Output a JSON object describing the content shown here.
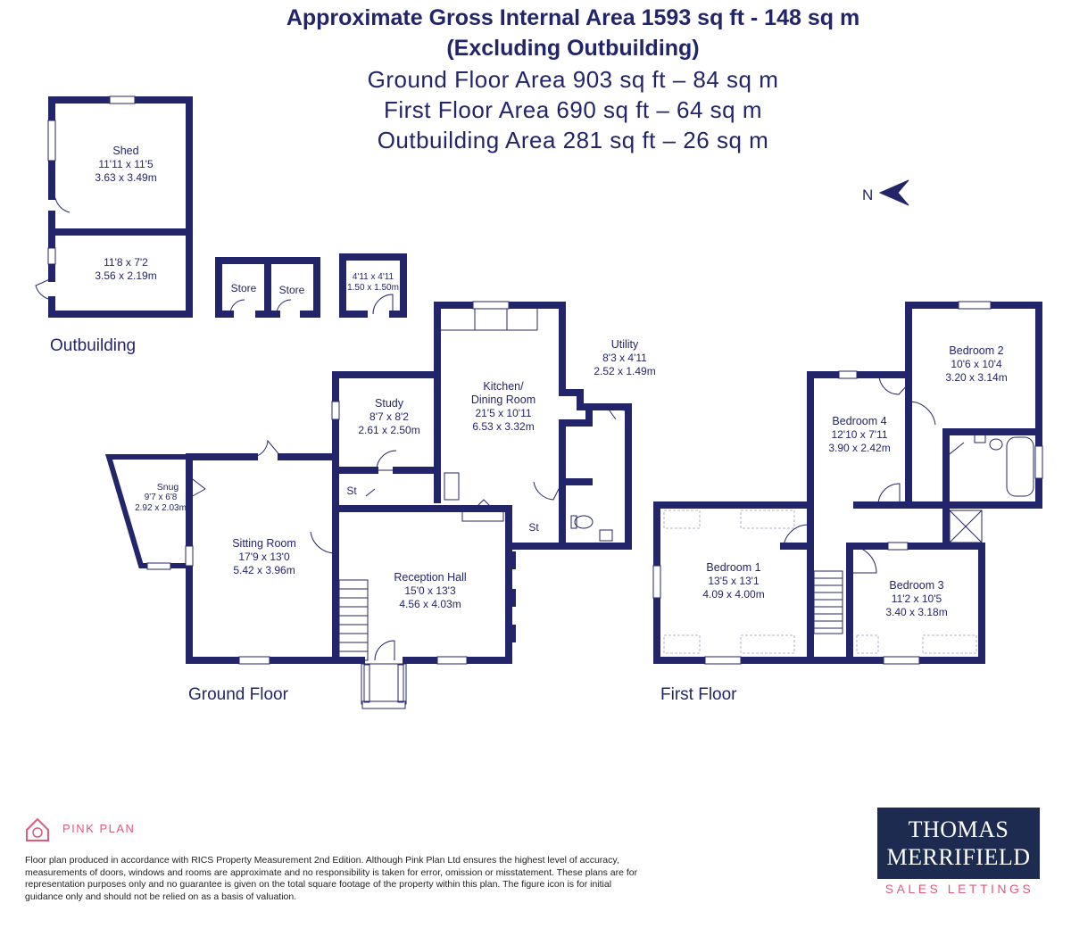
{
  "header": {
    "line1": "Approximate Gross Internal Area 1593 sq ft - 148 sq m",
    "line2": "(Excluding Outbuilding)",
    "line3": "Ground Floor Area 903 sq ft – 84 sq m",
    "line4": "First Floor Area 690 sq ft – 64 sq m",
    "line5": "Outbuilding Area 281 sq ft – 26 sq m"
  },
  "compass": {
    "label": "N"
  },
  "floors": {
    "outbuilding": "Outbuilding",
    "ground": "Ground Floor",
    "first": "First Floor"
  },
  "rooms": {
    "shed": {
      "name": "Shed",
      "imperial": "11'11 x 11'5",
      "metric": "3.63 x 3.49m"
    },
    "shed2": {
      "imperial": "11'8 x 7'2",
      "metric": "3.56 x 2.19m"
    },
    "store1": {
      "name": "Store"
    },
    "store2": {
      "name": "Store"
    },
    "store3": {
      "imperial": "4'11 x 4'11",
      "metric": "1.50 x 1.50m"
    },
    "utility": {
      "name": "Utility",
      "imperial": "8'3 x 4'11",
      "metric": "2.52 x 1.49m"
    },
    "study": {
      "name": "Study",
      "imperial": "8'7 x 8'2",
      "metric": "2.61 x 2.50m"
    },
    "kitchen": {
      "name": "Kitchen/",
      "name2": "Dining Room",
      "imperial": "21'5 x 10'11",
      "metric": "6.53 x 3.32m"
    },
    "snug": {
      "name": "Snug",
      "imperial": "9'7 x 6'8",
      "metric": "2.92 x 2.03m"
    },
    "sitting": {
      "name": "Sitting Room",
      "imperial": "17'9 x 13'0",
      "metric": "5.42 x 3.96m"
    },
    "reception": {
      "name": "Reception Hall",
      "imperial": "15'0 x 13'3",
      "metric": "4.56 x 4.03m"
    },
    "st1": {
      "name": "St"
    },
    "st2": {
      "name": "St"
    },
    "bedroom1": {
      "name": "Bedroom 1",
      "imperial": "13'5 x 13'1",
      "metric": "4.09 x 4.00m"
    },
    "bedroom2": {
      "name": "Bedroom 2",
      "imperial": "10'6 x 10'4",
      "metric": "3.20 x 3.14m"
    },
    "bedroom3": {
      "name": "Bedroom 3",
      "imperial": "11'2 x 10'5",
      "metric": "3.40 x 3.18m"
    },
    "bedroom4": {
      "name": "Bedroom 4",
      "imperial": "12'10 x 7'11",
      "metric": "3.90 x 2.42m"
    }
  },
  "brand": {
    "pinkplan": "PINK PLAN",
    "agent_line1": "THOMAS",
    "agent_line2": "MERRIFIELD",
    "agent_sub": "SALES LETTINGS",
    "disclaimer": "Floor plan produced in accordance with RICS Property Measurement 2nd Edition. Although Pink Plan Ltd ensures the highest level of accuracy, measurements of doors, windows and rooms are approximate and no responsibility is taken for error, omission or misstatement. These plans are for representation purposes only and no guarantee is given on the total square footage of the property within this plan. The figure icon is for initial guidance only and should not be relied on as a basis of valuation."
  },
  "colors": {
    "wall": "#23256b",
    "accent": "#e05a7a",
    "logo_bg": "#1e2b50"
  }
}
